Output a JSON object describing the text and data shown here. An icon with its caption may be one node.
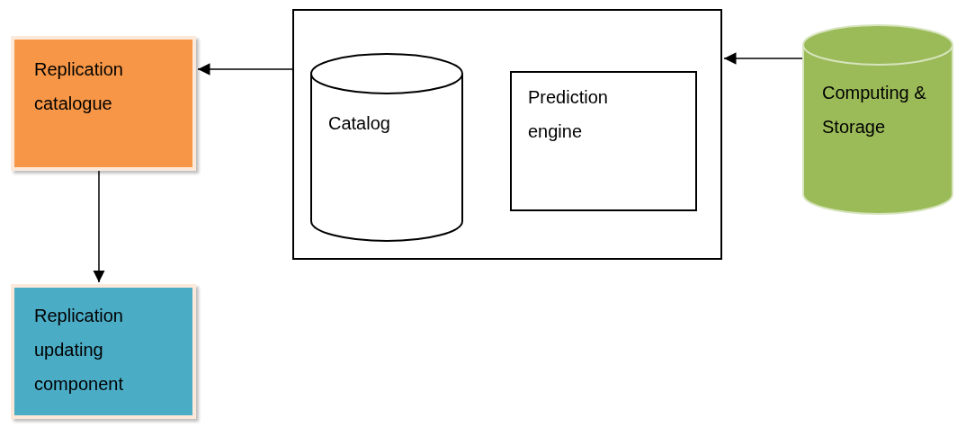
{
  "diagram": {
    "nodes": [
      {
        "text": [
          "Replication catalogue"
        ]
      },
      {
        "text": [
          "Replication updating component"
        ]
      },
      {
        "text": [],
        "shape": "box"
      },
      {
        "text": [
          "Catalog"
        ],
        "in": 2
      },
      {
        "text": [
          "Prediction engine"
        ],
        "in": 2
      },
      {
        "text": [
          "Computing & Storage"
        ]
      }
    ],
    "edges": [
      {
        "from": 2,
        "to": 0,
        "arrow": "to"
      },
      {
        "from": 0,
        "to": 1,
        "arrow": "to"
      },
      {
        "from": 5,
        "to": 2,
        "arrow": "to"
      }
    ]
  }
}
